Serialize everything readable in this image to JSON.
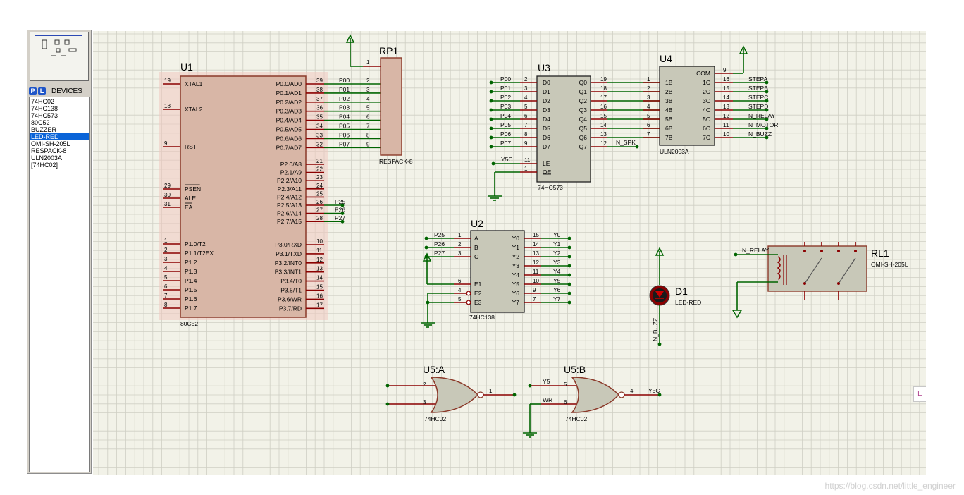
{
  "devices": {
    "header": {
      "p_label": "P",
      "l_label": "L",
      "title": "DEVICES"
    },
    "items": [
      "74HC02",
      "74HC138",
      "74HC573",
      "80C52",
      "BUZZER",
      "LED-RED",
      "OMI-SH-205L",
      "RESPACK-8",
      "ULN2003A",
      "[74HC02]"
    ],
    "selected_index": 5,
    "close_label": "×"
  },
  "colors": {
    "wire": "#006400",
    "pin": "#8b0000",
    "body": "#d8b6a6",
    "grid": "#cfcfc4",
    "canvas": "#f2f2e8"
  },
  "schematic": {
    "u1": {
      "ref": "U1",
      "part": "80C52",
      "left_pins": [
        {
          "num": "19",
          "name": "XTAL1"
        },
        {
          "num": "18",
          "name": "XTAL2"
        },
        {
          "num": "9",
          "name": "RST"
        },
        {
          "num": "29",
          "name": "PSEN"
        },
        {
          "num": "30",
          "name": "ALE"
        },
        {
          "num": "31",
          "name": "EA"
        },
        {
          "num": "1",
          "name": "P1.0/T2"
        },
        {
          "num": "2",
          "name": "P1.1/T2EX"
        },
        {
          "num": "3",
          "name": "P1.2"
        },
        {
          "num": "4",
          "name": "P1.3"
        },
        {
          "num": "5",
          "name": "P1.4"
        },
        {
          "num": "6",
          "name": "P1.5"
        },
        {
          "num": "7",
          "name": "P1.6"
        },
        {
          "num": "8",
          "name": "P1.7"
        }
      ],
      "right_pins": [
        {
          "num": "39",
          "name": "P0.0/AD0",
          "net": "P00"
        },
        {
          "num": "38",
          "name": "P0.1/AD1",
          "net": "P01"
        },
        {
          "num": "37",
          "name": "P0.2/AD2",
          "net": "P02"
        },
        {
          "num": "36",
          "name": "P0.3/AD3",
          "net": "P03"
        },
        {
          "num": "35",
          "name": "P0.4/AD4",
          "net": "P04"
        },
        {
          "num": "34",
          "name": "P0.5/AD5",
          "net": "P05"
        },
        {
          "num": "33",
          "name": "P0.6/AD6",
          "net": "P06"
        },
        {
          "num": "32",
          "name": "P0.7/AD7",
          "net": "P07"
        },
        {
          "num": "21",
          "name": "P2.0/A8",
          "net": ""
        },
        {
          "num": "22",
          "name": "P2.1/A9",
          "net": ""
        },
        {
          "num": "23",
          "name": "P2.2/A10",
          "net": ""
        },
        {
          "num": "24",
          "name": "P2.3/A11",
          "net": ""
        },
        {
          "num": "25",
          "name": "P2.4/A12",
          "net": ""
        },
        {
          "num": "26",
          "name": "P2.5/A13",
          "net": "P25"
        },
        {
          "num": "27",
          "name": "P2.6/A14",
          "net": "P26"
        },
        {
          "num": "28",
          "name": "P2.7/A15",
          "net": "P27"
        },
        {
          "num": "10",
          "name": "P3.0/RXD",
          "net": ""
        },
        {
          "num": "11",
          "name": "P3.1/TXD",
          "net": ""
        },
        {
          "num": "12",
          "name": "P3.2/INT0",
          "net": ""
        },
        {
          "num": "13",
          "name": "P3.3/INT1",
          "net": ""
        },
        {
          "num": "14",
          "name": "P3.4/T0",
          "net": ""
        },
        {
          "num": "15",
          "name": "P3.5/T1",
          "net": ""
        },
        {
          "num": "16",
          "name": "P3.6/WR",
          "net": ""
        },
        {
          "num": "17",
          "name": "P3.7/RD",
          "net": ""
        }
      ]
    },
    "rp1": {
      "ref": "RP1",
      "part": "RESPACK-8",
      "pins": [
        "1",
        "2",
        "3",
        "4",
        "5",
        "6",
        "7",
        "8",
        "9"
      ]
    },
    "u3": {
      "ref": "U3",
      "part": "74HC573",
      "left_pins": [
        {
          "num": "2",
          "name": "D0",
          "net": "P00"
        },
        {
          "num": "3",
          "name": "D1",
          "net": "P01"
        },
        {
          "num": "4",
          "name": "D2",
          "net": "P02"
        },
        {
          "num": "5",
          "name": "D3",
          "net": "P03"
        },
        {
          "num": "6",
          "name": "D4",
          "net": "P04"
        },
        {
          "num": "7",
          "name": "D5",
          "net": "P05"
        },
        {
          "num": "8",
          "name": "D6",
          "net": "P06"
        },
        {
          "num": "9",
          "name": "D7",
          "net": "P07"
        },
        {
          "num": "11",
          "name": "LE",
          "net": "Y5C"
        },
        {
          "num": "1",
          "name": "OE",
          "net": ""
        }
      ],
      "right_pins": [
        {
          "num": "19",
          "name": "Q0"
        },
        {
          "num": "18",
          "name": "Q1"
        },
        {
          "num": "17",
          "name": "Q2"
        },
        {
          "num": "16",
          "name": "Q3"
        },
        {
          "num": "15",
          "name": "Q4"
        },
        {
          "num": "14",
          "name": "Q5"
        },
        {
          "num": "13",
          "name": "Q6"
        },
        {
          "num": "12",
          "name": "Q7",
          "net": "N_SPK"
        }
      ]
    },
    "u4": {
      "ref": "U4",
      "part": "ULN2003A",
      "left_pins": [
        {
          "num": "1",
          "name": "1B"
        },
        {
          "num": "2",
          "name": "2B"
        },
        {
          "num": "3",
          "name": "3B"
        },
        {
          "num": "4",
          "name": "4B"
        },
        {
          "num": "5",
          "name": "5B"
        },
        {
          "num": "6",
          "name": "6B"
        },
        {
          "num": "7",
          "name": "7B"
        }
      ],
      "right_pins": [
        {
          "num": "9",
          "name": "COM",
          "net": ""
        },
        {
          "num": "16",
          "name": "1C",
          "net": "STEPA"
        },
        {
          "num": "15",
          "name": "2C",
          "net": "STEPB"
        },
        {
          "num": "14",
          "name": "3C",
          "net": "STEPC"
        },
        {
          "num": "13",
          "name": "4C",
          "net": "STEPD"
        },
        {
          "num": "12",
          "name": "5C",
          "net": "N_RELAY"
        },
        {
          "num": "11",
          "name": "6C",
          "net": "N_MOTOR"
        },
        {
          "num": "10",
          "name": "7C",
          "net": "N_BUZZ"
        }
      ]
    },
    "u2": {
      "ref": "U2",
      "part": "74HC138",
      "left_pins": [
        {
          "num": "1",
          "name": "A",
          "net": "P25"
        },
        {
          "num": "2",
          "name": "B",
          "net": "P26"
        },
        {
          "num": "3",
          "name": "C",
          "net": "P27"
        },
        {
          "num": "6",
          "name": "E1",
          "net": ""
        },
        {
          "num": "4",
          "name": "E2",
          "net": ""
        },
        {
          "num": "5",
          "name": "E3",
          "net": ""
        }
      ],
      "right_pins": [
        {
          "num": "15",
          "name": "Y0",
          "net": "Y0"
        },
        {
          "num": "14",
          "name": "Y1",
          "net": "Y1"
        },
        {
          "num": "13",
          "name": "Y2",
          "net": "Y2"
        },
        {
          "num": "12",
          "name": "Y3",
          "net": "Y3"
        },
        {
          "num": "11",
          "name": "Y4",
          "net": "Y4"
        },
        {
          "num": "10",
          "name": "Y5",
          "net": "Y5"
        },
        {
          "num": "9",
          "name": "Y6",
          "net": "Y6"
        },
        {
          "num": "7",
          "name": "Y7",
          "net": "Y7"
        }
      ]
    },
    "d1": {
      "ref": "D1",
      "part": "LED-RED",
      "net": "N_BUZZ"
    },
    "rl1": {
      "ref": "RL1",
      "part": "OMI-SH-205L",
      "net": "N_RELAY"
    },
    "u5a": {
      "ref": "U5:A",
      "part": "74HC02",
      "pins": [
        "2",
        "3",
        "1"
      ]
    },
    "u5b": {
      "ref": "U5:B",
      "part": "74HC02",
      "pins": [
        "5",
        "6",
        "4"
      ],
      "nets": [
        "Y5",
        "WR",
        "Y5C"
      ]
    }
  },
  "side_tab": "E",
  "watermark": "https://blog.csdn.net/little_engineer"
}
